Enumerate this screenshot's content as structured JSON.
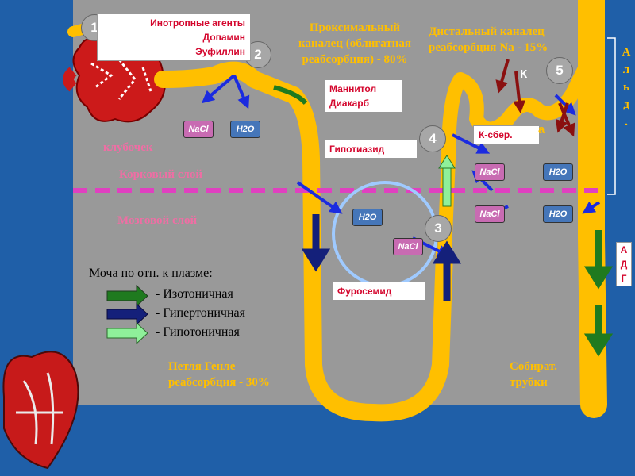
{
  "boxes": {
    "inotrop": [
      "Инотропные агенты",
      "Допамин",
      "Эуфиллин"
    ],
    "mannitol": [
      "Маннитол",
      "Диакарб"
    ],
    "hypothiazid": "Гипотиазид",
    "k_sber": "К-сбер.",
    "furosemid": "Фуросемид"
  },
  "numbers": [
    "1",
    "2",
    "3",
    "4",
    "5"
  ],
  "zones": {
    "cortex": "Корковый слой",
    "medulla": "Мозговой слой",
    "glomerulus": "клубочек"
  },
  "tubules": {
    "proximal": [
      "Проксимальный",
      "каналец (облигатная",
      "реабсорбция) - 80%"
    ],
    "distal": [
      "Дистальный каналец",
      "реабсорбция",
      "Na - 15%"
    ],
    "loop": [
      "Петля Генле",
      "реабсорбция - 30%"
    ],
    "collecting": [
      "Собират.",
      "трубки"
    ]
  },
  "ions": {
    "k": "К",
    "na": "а"
  },
  "chips": {
    "nacl": "NaCl",
    "h2o": "H2O"
  },
  "side": {
    "aldosterone": [
      "А",
      "л",
      "ь",
      "д",
      "."
    ],
    "adh": [
      "А",
      "Д",
      "Г"
    ]
  },
  "legend": {
    "title": "Моча по отн. к плазме:",
    "items": [
      {
        "label": "- Изотоничная",
        "color": "#1f7a1f"
      },
      {
        "label": "- Гипертоничная",
        "color": "#14207a"
      },
      {
        "label": "- Гипотоничная",
        "color": "#8ff09a"
      }
    ]
  },
  "colors": {
    "background": "#1f5fa8",
    "panel": "#999999",
    "tubule": "#ffbf00",
    "dashed": "#e040c0",
    "arrow_blue": "#1b2be0"
  }
}
